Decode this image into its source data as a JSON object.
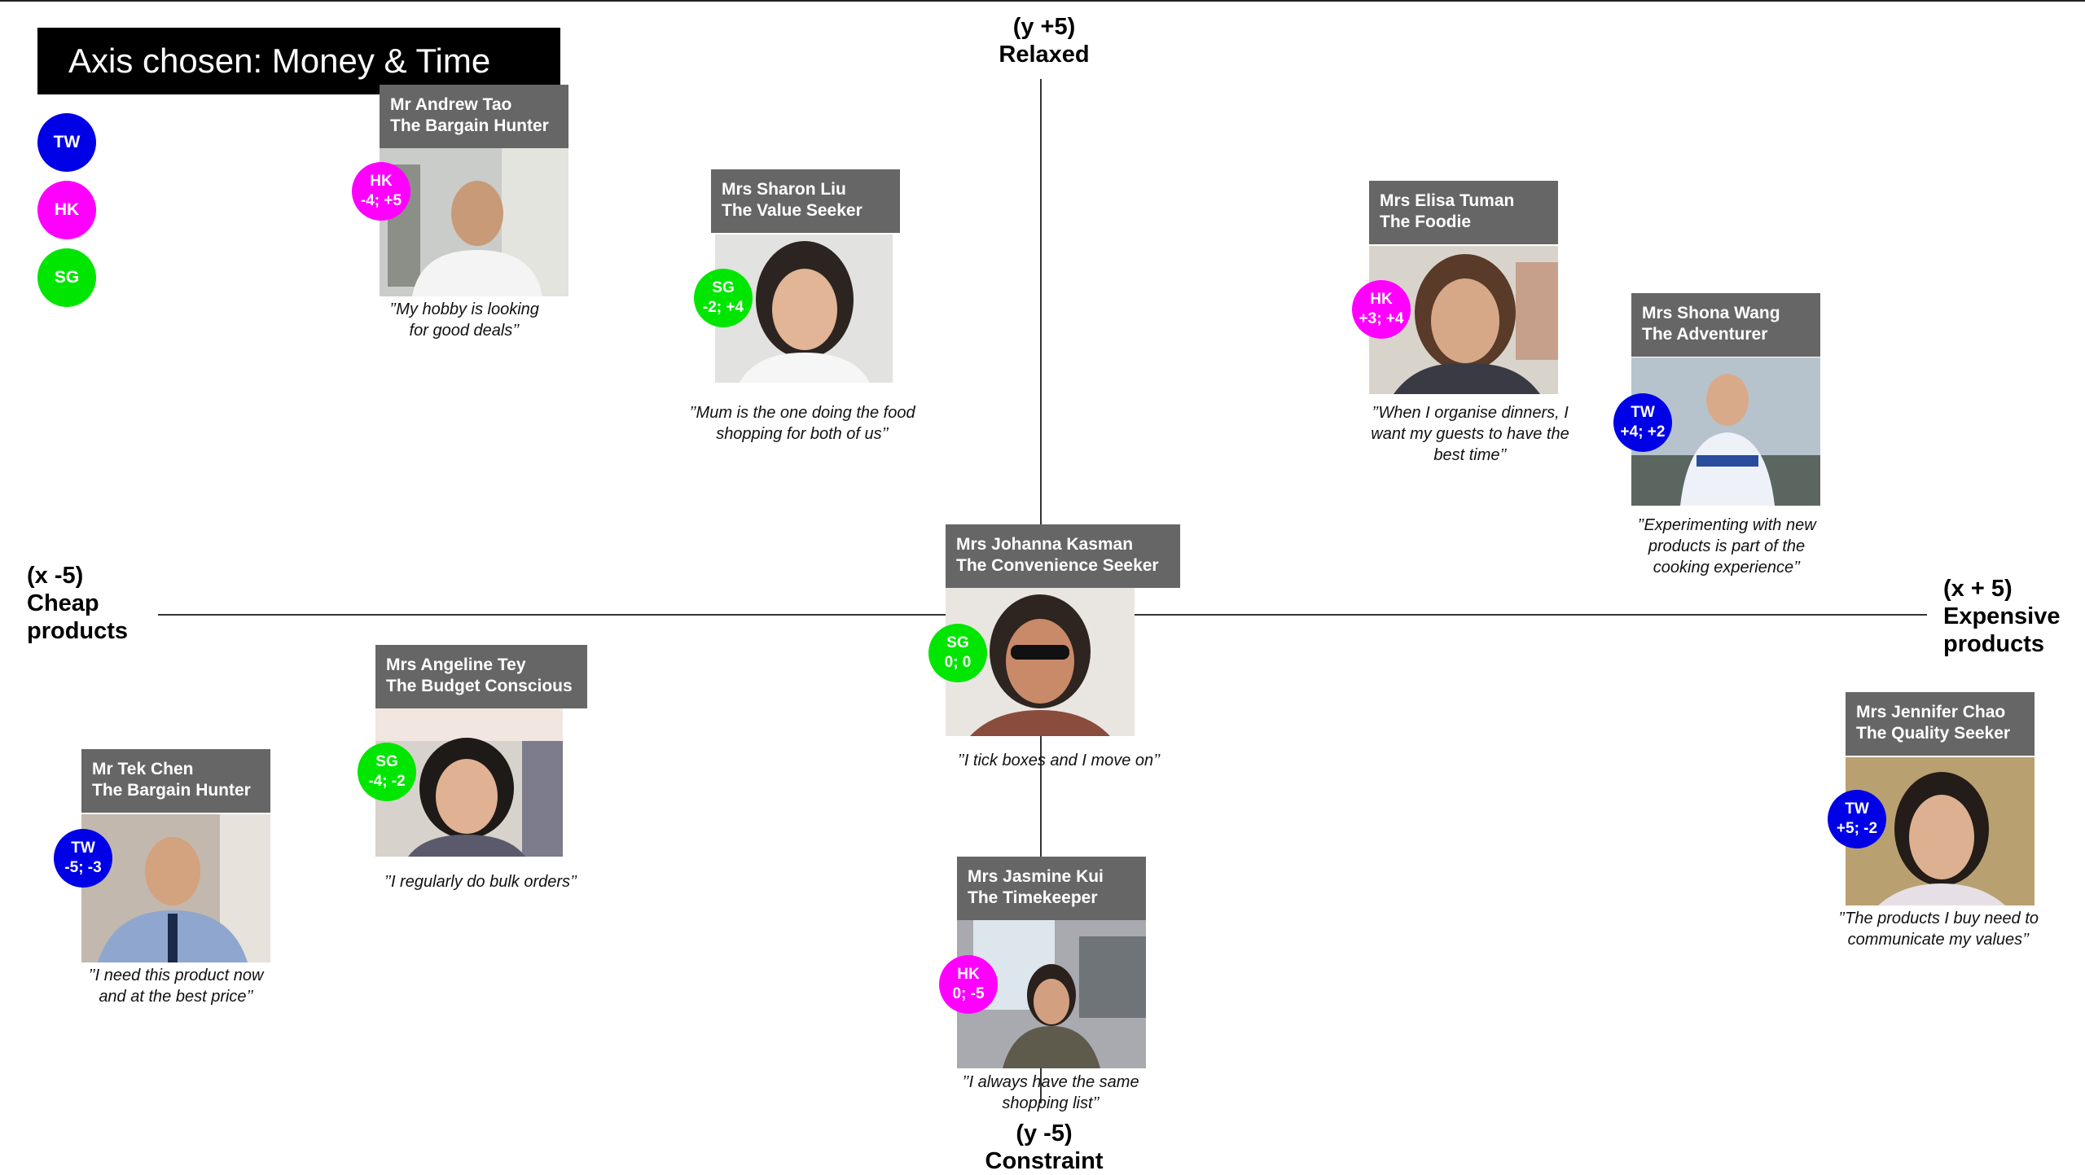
{
  "title": "Axis chosen: Money & Time",
  "colors": {
    "TW": "#0000e6",
    "HK": "#ff00ff",
    "SG": "#00e600",
    "card_header": "#666666"
  },
  "legend": [
    {
      "code": "TW",
      "color": "#0000e6"
    },
    {
      "code": "HK",
      "color": "#ff00ff"
    },
    {
      "code": "SG",
      "color": "#00e600"
    }
  ],
  "axes": {
    "top": {
      "coord": "(y +5)",
      "label": "Relaxed"
    },
    "bottom": {
      "coord": "(y -5)",
      "label": "Constraint"
    },
    "left": {
      "coord": "(x -5)",
      "label_line1": "Cheap",
      "label_line2": "products"
    },
    "right": {
      "coord": "(x + 5)",
      "label_line1": "Expensive",
      "label_line2": "products"
    }
  },
  "personas": [
    {
      "id": "andrew",
      "name": "Mr Andrew Tao",
      "role": "The Bargain Hunter",
      "market": "HK",
      "x": -4,
      "y": 5,
      "coords": "-4; +5",
      "quote_line1": "’’My hobby is looking",
      "quote_line2": "for good deals’’",
      "quote_line3": ""
    },
    {
      "id": "sharon",
      "name": "Mrs Sharon Liu",
      "role": "The Value Seeker",
      "market": "SG",
      "x": -2,
      "y": 4,
      "coords": "-2; +4",
      "quote_line1": "’’Mum is the one doing the food",
      "quote_line2": "shopping for both of us’’",
      "quote_line3": ""
    },
    {
      "id": "elisa",
      "name": "Mrs Elisa Tuman",
      "role": "The Foodie",
      "market": "HK",
      "x": 3,
      "y": 4,
      "coords": "+3; +4",
      "quote_line1": "’’When I organise dinners, I",
      "quote_line2": "want my guests to have the",
      "quote_line3": "best time’’"
    },
    {
      "id": "shona",
      "name": "Mrs Shona Wang",
      "role": "The Adventurer",
      "market": "TW",
      "x": 4,
      "y": 2,
      "coords": "+4; +2",
      "quote_line1": "’’Experimenting with new",
      "quote_line2": "products is part of the",
      "quote_line3": "cooking experience’’"
    },
    {
      "id": "johanna",
      "name": "Mrs Johanna Kasman",
      "role": "The Convenience Seeker",
      "market": "SG",
      "x": 0,
      "y": 0,
      "coords": "0; 0",
      "quote_line1": "’’I tick boxes and I move on’’",
      "quote_line2": "",
      "quote_line3": ""
    },
    {
      "id": "angeline",
      "name": "Mrs Angeline Tey",
      "role": "The Budget Conscious",
      "market": "SG",
      "x": -4,
      "y": -2,
      "coords": "-4; -2",
      "quote_line1": "’’I regularly do bulk orders’’",
      "quote_line2": "",
      "quote_line3": ""
    },
    {
      "id": "tek",
      "name": "Mr Tek Chen",
      "role": "The Bargain Hunter",
      "market": "TW",
      "x": -5,
      "y": -3,
      "coords": "-5; -3",
      "quote_line1": "’’I need this product now",
      "quote_line2": "and at the best price’’",
      "quote_line3": ""
    },
    {
      "id": "jennifer",
      "name": "Mrs Jennifer Chao",
      "role": "The Quality Seeker",
      "market": "TW",
      "x": 5,
      "y": -2,
      "coords": "+5; -2",
      "quote_line1": "’’The products I buy need to",
      "quote_line2": "communicate my values’’",
      "quote_line3": ""
    },
    {
      "id": "jasmine",
      "name": "Mrs Jasmine Kui",
      "role": "The Timekeeper",
      "market": "HK",
      "x": 0,
      "y": -5,
      "coords": "0; -5",
      "quote_line1": "’’I always have the same",
      "quote_line2": "shopping list’’",
      "quote_line3": ""
    }
  ]
}
